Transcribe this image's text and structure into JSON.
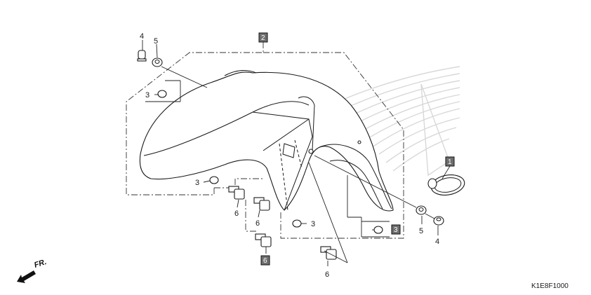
{
  "diagram": {
    "code": "K1E8F1000",
    "direction_label": "FR.",
    "ref_labels": {
      "bolt_left": "4",
      "washer_left": "5",
      "clip_upper": "3",
      "clip_lower_left": "3",
      "bolt_6a": "6",
      "bolt_6b": "6",
      "clip_center": "3",
      "washer_right": "5",
      "bolt_right": "4",
      "bolt_6c": "6"
    },
    "box_labels": {
      "assembly": "2",
      "reflector": "1",
      "clip_box": "3",
      "bolt_box": "6"
    }
  }
}
